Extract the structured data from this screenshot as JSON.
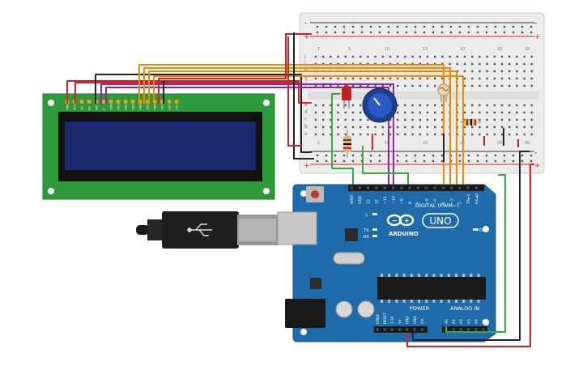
{
  "breadboard": {
    "col_numbers_top": [
      "1",
      "5",
      "10",
      "15",
      "20",
      "25",
      "30"
    ],
    "col_numbers_bottom": [
      "1",
      "5",
      "10",
      "15",
      "20",
      "25",
      "30"
    ],
    "rows_upper": [
      "j",
      "i",
      "h",
      "g",
      "f"
    ],
    "rows_lower": [
      "e",
      "d",
      "c",
      "b",
      "a"
    ],
    "rail_plus": "+",
    "rail_minus": "-"
  },
  "lcd": {
    "pin_labels": [
      "GND",
      "VCC",
      "V0",
      "RS",
      "RW",
      "E",
      "DB0",
      "DB1",
      "DB2",
      "DB3",
      "DB4",
      "DB5",
      "DB6",
      "DB7",
      "LED",
      "LED"
    ],
    "screen_color": "#1a2a6c"
  },
  "arduino": {
    "brand": "ARDUINO",
    "logo": "UNO",
    "digital_label": "DIGITAL (PWM~)",
    "power_label": "POWER",
    "analog_label": "ANALOG IN",
    "on_label": "ON",
    "l_label": "L",
    "tx_label": "TX",
    "rx_label": "RX",
    "digital_pins": [
      "AREF",
      "GND",
      "13",
      "12",
      "~11",
      "~10",
      "~9",
      "8",
      "7",
      "~6",
      "~5",
      "4",
      "~3",
      "2",
      "TX►1",
      "RX◄0"
    ],
    "power_pins": [
      "IOREF",
      "RESET",
      "3.3V",
      "5V",
      "GND",
      "GND",
      "Vin"
    ],
    "analog_pins": [
      "A0",
      "A1",
      "A2",
      "A3",
      "A4",
      "A5"
    ],
    "board_color": "#1f6aa8"
  },
  "wire_colors": {
    "red": "#d61f1f",
    "black": "#222222",
    "orange": "#f08a00",
    "purple": "#8e2a9e",
    "green": "#3aa83a"
  },
  "icons": [
    "usb-cable-icon",
    "potentiometer-icon",
    "led-icon",
    "resistor-icon",
    "photoresistor-icon"
  ]
}
